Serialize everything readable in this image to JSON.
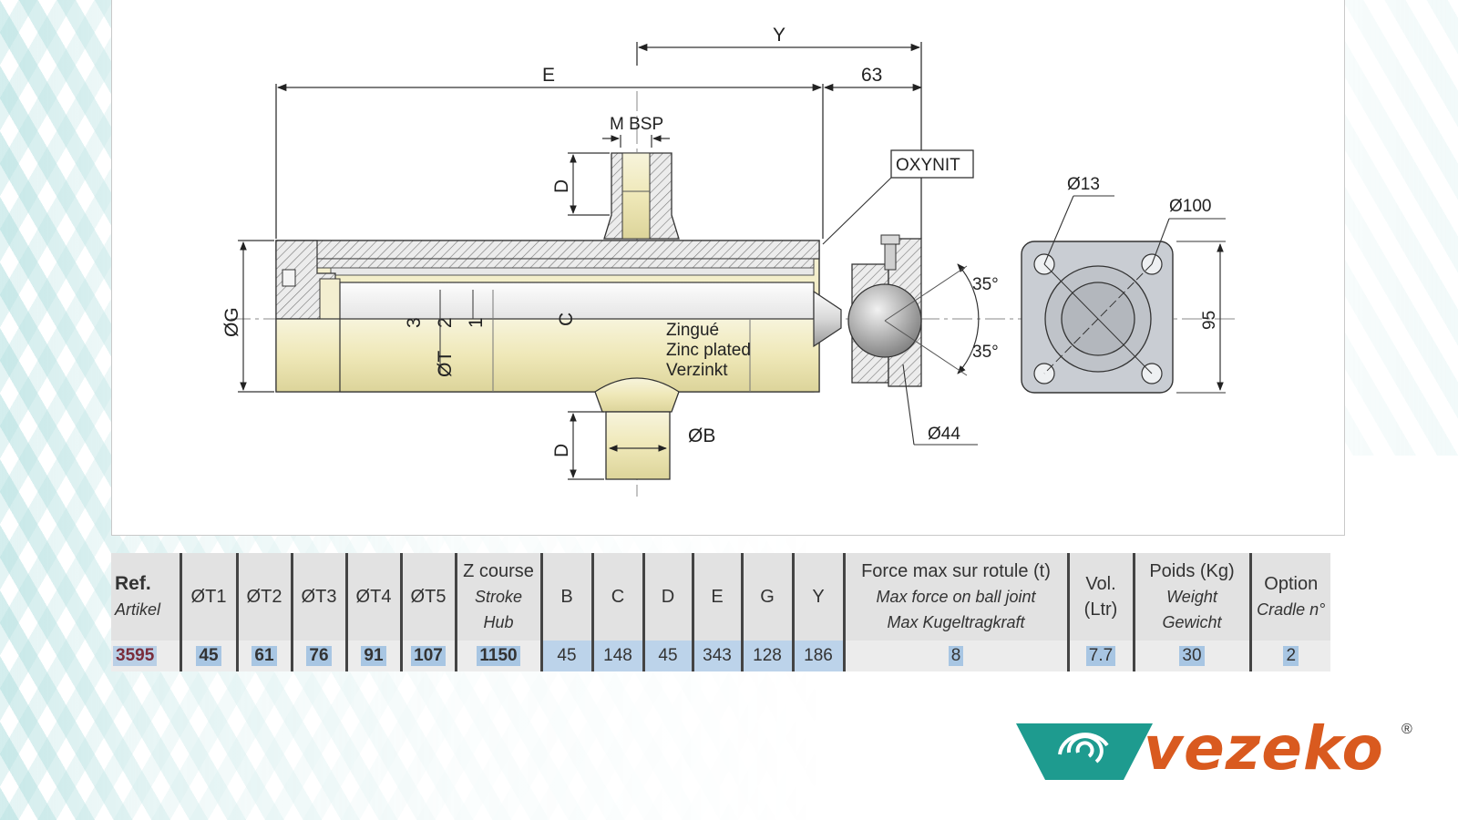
{
  "drawing": {
    "labels": {
      "E": "E",
      "Y": "Y",
      "dim_63": "63",
      "port_thread": "M BSP",
      "coating_tag": "OXYNIT",
      "D_top": "D",
      "D_bottom": "D",
      "G": "ØG",
      "T": "ØT",
      "C": "C",
      "stage_3": "3",
      "stage_2": "2",
      "stage_1": "1",
      "B": "ØB",
      "finish_fr": "Zingué",
      "finish_en": "Zinc plated",
      "finish_de": "Verzinkt",
      "angle_top": "35°",
      "angle_bottom": "35°",
      "ball_dia": "Ø44",
      "hole_dia": "Ø13",
      "pcd_dia": "Ø100",
      "flange_size": "95"
    }
  },
  "table": {
    "headers": {
      "ref": {
        "main": "Ref.",
        "sub": "Artikel"
      },
      "t1": "ØT1",
      "t2": "ØT2",
      "t3": "ØT3",
      "t4": "ØT4",
      "t5": "ØT5",
      "stroke": {
        "main": "Z course",
        "sub1": "Stroke",
        "sub2": "Hub"
      },
      "b": "B",
      "c": "C",
      "d": "D",
      "e": "E",
      "g": "G",
      "y": "Y",
      "force": {
        "main": "Force max sur rotule (t)",
        "sub1": "Max force on ball joint",
        "sub2": "Max Kugeltragkraft"
      },
      "vol": {
        "main": "Vol.",
        "sub": "(Ltr)"
      },
      "weight": {
        "main": "Poids (Kg)",
        "sub1": "Weight",
        "sub2": "Gewicht"
      },
      "option": {
        "main": "Option",
        "sub": "Cradle n°"
      }
    },
    "row": {
      "ref": "3595",
      "t1": "45",
      "t2": "61",
      "t3": "76",
      "t4": "91",
      "t5": "107",
      "stroke": "1150",
      "b": "45",
      "c": "148",
      "d": "45",
      "e": "343",
      "g": "128",
      "y": "186",
      "force": "8",
      "vol": "7.7",
      "weight": "30",
      "option": "2"
    }
  },
  "brand": {
    "name": "vezeko",
    "registered": "®",
    "colors": {
      "teal": "#1e9b8f",
      "orange": "#d95a1f"
    }
  }
}
